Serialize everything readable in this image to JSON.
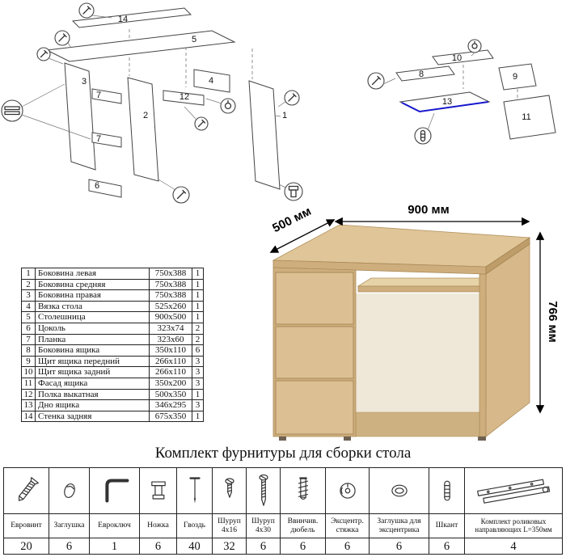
{
  "colors": {
    "wood": "#dcc094",
    "highlight_blue": "#1818cc",
    "line": "#222222"
  },
  "diagram_main": {
    "part_labels": [
      "14",
      "5",
      "3",
      "7",
      "7",
      "6",
      "2",
      "12",
      "4",
      "1"
    ]
  },
  "diagram_drawer": {
    "part_labels": [
      "10",
      "8",
      "13",
      "9",
      "11"
    ]
  },
  "desk": {
    "dim_depth": "500 мм",
    "dim_width": "900 мм",
    "dim_height": "766 мм"
  },
  "parts_table": {
    "rows": [
      {
        "num": "1",
        "name": "Боковина левая",
        "size": "750x388",
        "qty": "1"
      },
      {
        "num": "2",
        "name": "Боковина средняя",
        "size": "750x388",
        "qty": "1"
      },
      {
        "num": "3",
        "name": "Боковина правая",
        "size": "750x388",
        "qty": "1"
      },
      {
        "num": "4",
        "name": "Вязка стола",
        "size": "525x260",
        "qty": "1"
      },
      {
        "num": "5",
        "name": "Столешница",
        "size": "900x500",
        "qty": "1"
      },
      {
        "num": "6",
        "name": "Цоколь",
        "size": "323x74",
        "qty": "2"
      },
      {
        "num": "7",
        "name": "Планка",
        "size": "323x60",
        "qty": "2"
      },
      {
        "num": "8",
        "name": "Боковина ящика",
        "size": "350x110",
        "qty": "6"
      },
      {
        "num": "9",
        "name": "Щит ящика передний",
        "size": "266x110",
        "qty": "3"
      },
      {
        "num": "10",
        "name": "Щит ящика задний",
        "size": "266x110",
        "qty": "3"
      },
      {
        "num": "11",
        "name": "Фасад ящика",
        "size": "350x200",
        "qty": "3"
      },
      {
        "num": "12",
        "name": "Полка выкатная",
        "size": "500x350",
        "qty": "1"
      },
      {
        "num": "13",
        "name": "Дно ящика",
        "size": "346x295",
        "qty": "3"
      },
      {
        "num": "14",
        "name": "Стенка задняя",
        "size": "675x350",
        "qty": "1"
      }
    ]
  },
  "hardware": {
    "title": "Комплект фурнитуры для сборки стола",
    "items": [
      {
        "label": "Евровинт",
        "qty": "20",
        "icon": "confirmat-screw"
      },
      {
        "label": "Заглушка",
        "qty": "6",
        "icon": "screw-cap"
      },
      {
        "label": "Евроключ",
        "qty": "1",
        "icon": "hex-key"
      },
      {
        "label": "Ножка",
        "qty": "6",
        "icon": "furniture-leg"
      },
      {
        "label": "Гвоздь",
        "qty": "40",
        "icon": "nail"
      },
      {
        "label": "Шуруп 4х16",
        "qty": "32",
        "icon": "screw-short"
      },
      {
        "label": "Шуруп 4х30",
        "qty": "6",
        "icon": "screw-long"
      },
      {
        "label": "Ввинчив. дюбель",
        "qty": "6",
        "icon": "screw-in-dowel"
      },
      {
        "label": "Эксцентр. стяжка",
        "qty": "6",
        "icon": "cam-lock"
      },
      {
        "label": "Заглушка для эксцентрика",
        "qty": "6",
        "icon": "cam-lock-cover"
      },
      {
        "label": "Шкант",
        "qty": "6",
        "icon": "wooden-dowel"
      },
      {
        "label": "Комплект роликовых направляющих L=350мм",
        "qty": "4",
        "icon": "roller-slides"
      }
    ]
  }
}
